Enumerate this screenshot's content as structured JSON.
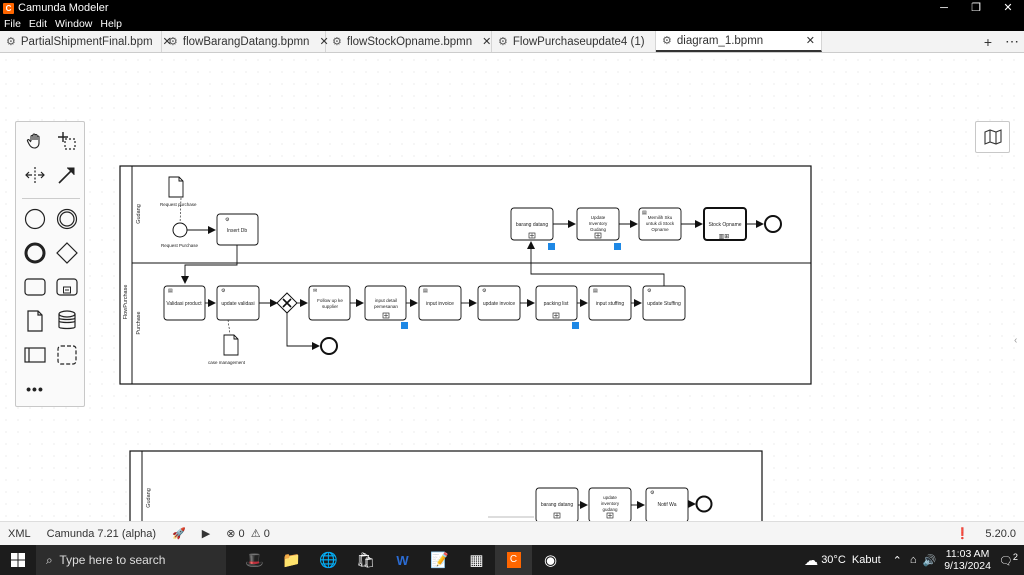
{
  "window": {
    "title": "Camunda Modeler",
    "minimize": "─",
    "maximize": "❐",
    "close": "✕"
  },
  "menu": [
    "File",
    "Edit",
    "Window",
    "Help"
  ],
  "tabs": [
    {
      "label": "PartialShipmentFinal.bpm",
      "close": "✕",
      "icon": "bpmn-icon"
    },
    {
      "label": "flowBarangDatang.bpmn",
      "close": "✕",
      "icon": "bpmn-icon"
    },
    {
      "label": "flowStockOpname.bpmn",
      "close": "✕",
      "icon": "bpmn-icon"
    },
    {
      "label": "FlowPurchaseupdate4 (1)",
      "close": "✕",
      "icon": "bpmn-icon"
    },
    {
      "label": "diagram_1.bpmn",
      "close": "✕",
      "icon": "bpmn-icon"
    }
  ],
  "tab_actions": {
    "add": "+",
    "more": "⋯"
  },
  "diagram": {
    "pool1": {
      "participant": "FlowPurchase",
      "lane_top": "Gudang",
      "lane_bottom": "Purchase",
      "start_label": "Request Purchase",
      "data_object_top": "Request purchase",
      "data_object_bottom": "case management",
      "tasks": {
        "insert_db": "Insert Db",
        "validasi_product": "Validasi product",
        "update_validasi": "update validasi",
        "follow_up": "Follow up ke supplier",
        "input_detail": "input detail pemesanan",
        "input_invoice": "input invoice",
        "update_invoice": "update invoice",
        "packing_list": "packing list",
        "input_stuffing": "input stuffing",
        "update_stuffing": "update Stuffing",
        "barang_datang": "barang datang",
        "update_inventory": "Update Inventory Gudang",
        "memilih_sku": "Memilih Sku untuk di Stock Opname",
        "stock_opname": "Stock Opname"
      }
    },
    "pool2": {
      "lane": "Gudang",
      "tasks": {
        "barang_datang": "barang datang",
        "update_inventory": "update inventory gudang",
        "notif_wa": "Notif Wa"
      }
    }
  },
  "status": {
    "xml": "XML",
    "engine": "Camunda 7.21 (alpha)",
    "errors": "0",
    "warnings": "0",
    "version": "5.20.0"
  },
  "taskbar": {
    "search_placeholder": "Type here to search",
    "weather": "30°C",
    "weather_desc": "Kabut",
    "time": "11:03 AM",
    "date": "9/13/2024",
    "notification_count": "2"
  }
}
